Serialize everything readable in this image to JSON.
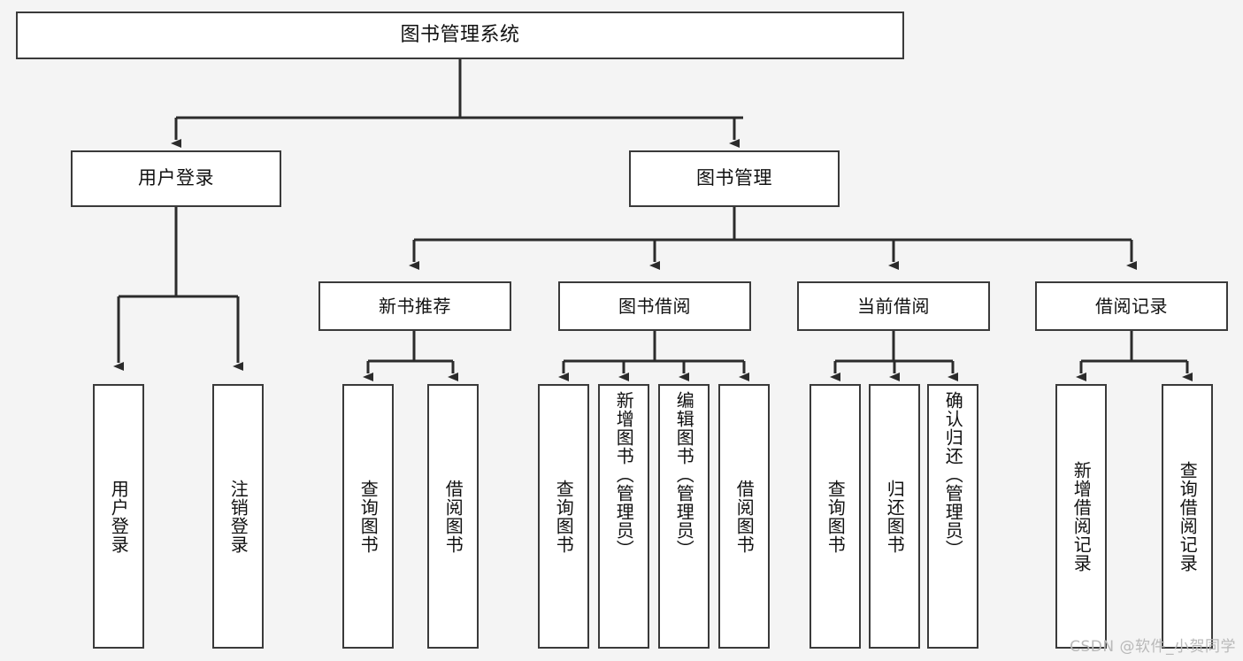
{
  "diagram": {
    "title": "图书管理系统",
    "type": "tree-hierarchy",
    "watermark": "CSDN @软件_小贺同学",
    "colors": {
      "background": "#f4f4f4",
      "node_fill": "#ffffff",
      "node_border": "#3a3a3a",
      "edge": "#2b2b2b",
      "text": "#111111",
      "watermark": "#b9b9b9"
    }
  },
  "nodes": {
    "root": {
      "label": "图书管理系统"
    },
    "level1": [
      {
        "id": "user-login",
        "label": "用户登录"
      },
      {
        "id": "book-management",
        "label": "图书管理"
      }
    ],
    "level2": [
      {
        "id": "new-book-recommend",
        "label": "新书推荐"
      },
      {
        "id": "book-borrow",
        "label": "图书借阅"
      },
      {
        "id": "current-borrow",
        "label": "当前借阅"
      },
      {
        "id": "borrow-record",
        "label": "借阅记录"
      }
    ],
    "leaves": {
      "user_login": [
        {
          "id": "user-login-leaf",
          "label": "用户登录"
        },
        {
          "id": "user-logout-leaf",
          "label": "注销登录"
        }
      ],
      "new_book_recommend": [
        {
          "id": "query-book-1",
          "label": "查询图书"
        },
        {
          "id": "borrow-book-1",
          "label": "借阅图书"
        }
      ],
      "book_borrow": [
        {
          "id": "query-book-2",
          "label": "查询图书"
        },
        {
          "id": "add-book-admin",
          "label": "新增图书（管理员）"
        },
        {
          "id": "edit-book-admin",
          "label": "编辑图书（管理员）"
        },
        {
          "id": "borrow-book-2",
          "label": "借阅图书"
        }
      ],
      "current_borrow": [
        {
          "id": "query-book-3",
          "label": "查询图书"
        },
        {
          "id": "return-book",
          "label": "归还图书"
        },
        {
          "id": "confirm-return-admin",
          "label": "确认归还（管理员）"
        }
      ],
      "borrow_record": [
        {
          "id": "add-borrow-record",
          "label": "新增借阅记录"
        },
        {
          "id": "query-borrow-record",
          "label": "查询借阅记录"
        }
      ]
    }
  }
}
